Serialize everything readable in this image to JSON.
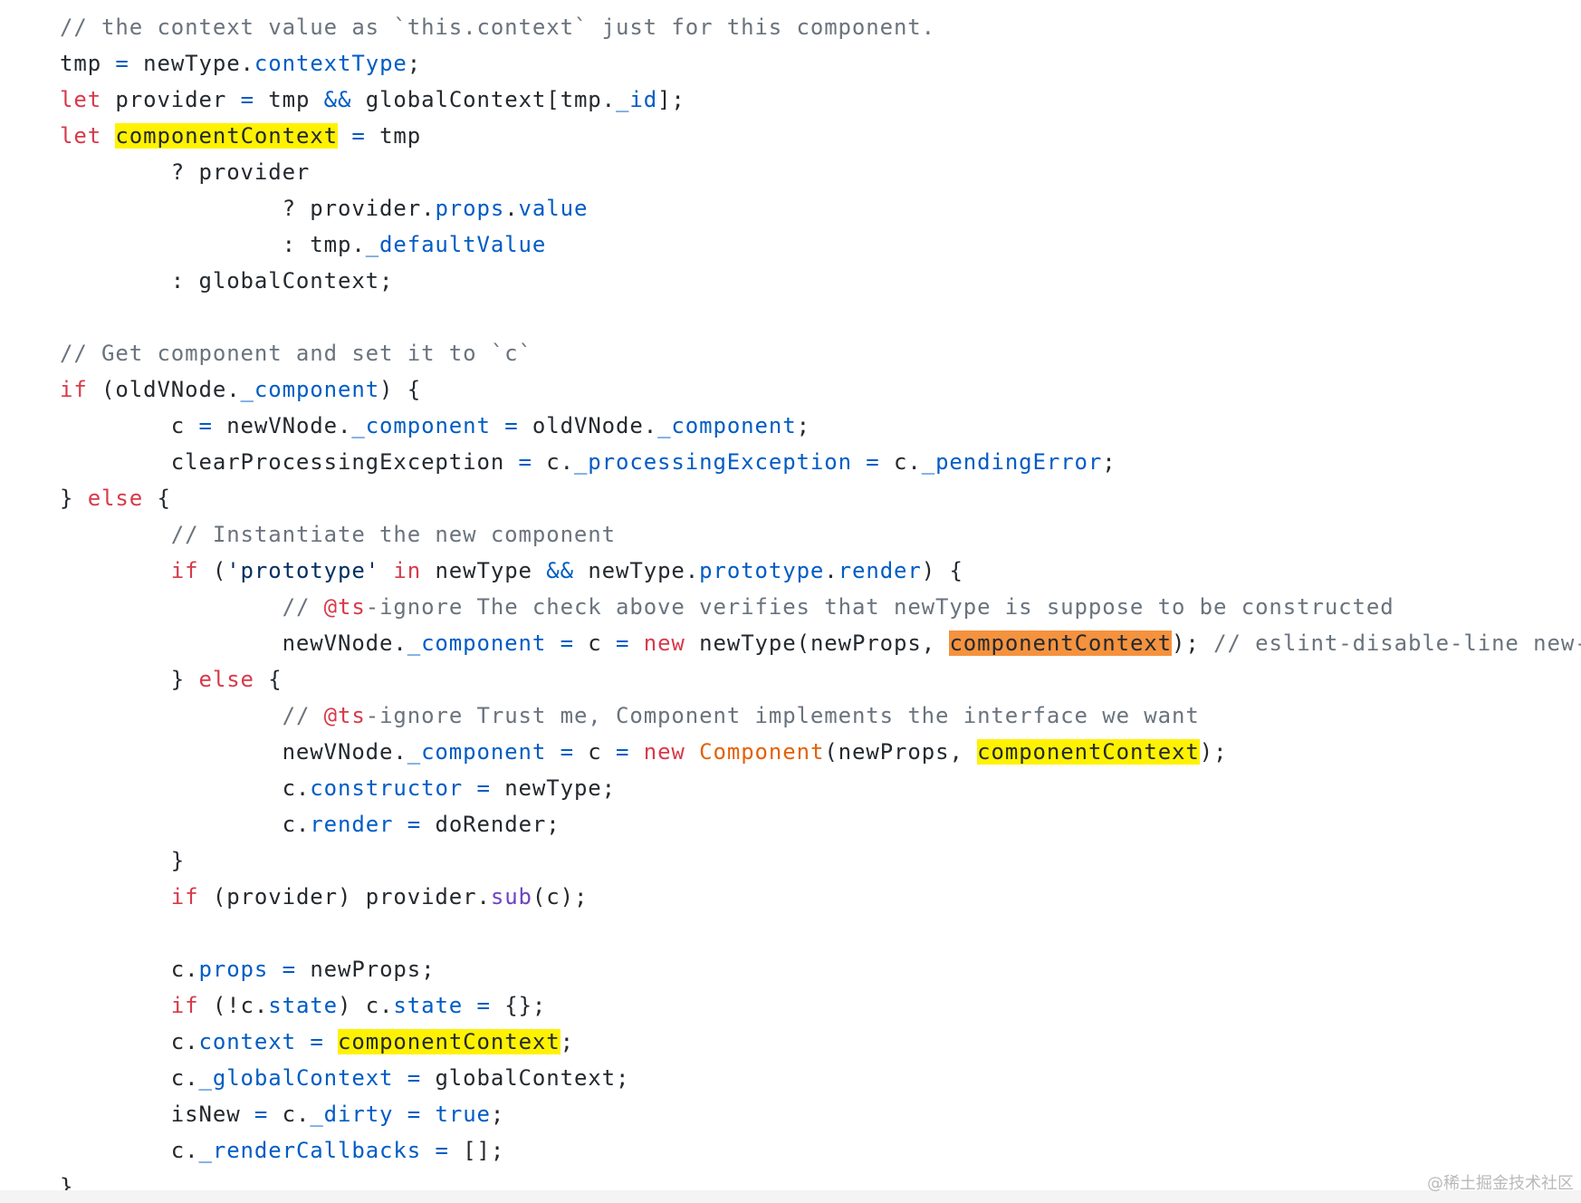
{
  "code": {
    "lines": [
      [
        {
          "t": "// the context value as `this.context` just for this component.",
          "c": "cm"
        }
      ],
      [
        {
          "t": "tmp "
        },
        {
          "t": "=",
          "c": "op"
        },
        {
          "t": " newType."
        },
        {
          "t": "contextType",
          "c": "prop"
        },
        {
          "t": ";"
        }
      ],
      [
        {
          "t": "let",
          "c": "kw"
        },
        {
          "t": " provider "
        },
        {
          "t": "=",
          "c": "op"
        },
        {
          "t": " tmp "
        },
        {
          "t": "&&",
          "c": "op"
        },
        {
          "t": " globalContext[tmp."
        },
        {
          "t": "_id",
          "c": "prop"
        },
        {
          "t": "];"
        }
      ],
      [
        {
          "t": "let",
          "c": "kw"
        },
        {
          "t": " "
        },
        {
          "t": "componentContext",
          "c": "hl-y"
        },
        {
          "t": " "
        },
        {
          "t": "=",
          "c": "op"
        },
        {
          "t": " tmp"
        }
      ],
      [
        {
          "t": "        ? provider"
        }
      ],
      [
        {
          "t": "                ? provider."
        },
        {
          "t": "props",
          "c": "prop"
        },
        {
          "t": "."
        },
        {
          "t": "value",
          "c": "prop"
        }
      ],
      [
        {
          "t": "                : tmp."
        },
        {
          "t": "_defaultValue",
          "c": "prop"
        }
      ],
      [
        {
          "t": "        : globalContext;"
        }
      ],
      [],
      [
        {
          "t": "// Get component and set it to `c`",
          "c": "cm"
        }
      ],
      [
        {
          "t": "if",
          "c": "kw"
        },
        {
          "t": " (oldVNode."
        },
        {
          "t": "_component",
          "c": "prop"
        },
        {
          "t": ") {"
        }
      ],
      [
        {
          "t": "        c "
        },
        {
          "t": "=",
          "c": "op"
        },
        {
          "t": " newVNode."
        },
        {
          "t": "_component",
          "c": "prop"
        },
        {
          "t": " "
        },
        {
          "t": "=",
          "c": "op"
        },
        {
          "t": " oldVNode."
        },
        {
          "t": "_component",
          "c": "prop"
        },
        {
          "t": ";"
        }
      ],
      [
        {
          "t": "        clearProcessingException "
        },
        {
          "t": "=",
          "c": "op"
        },
        {
          "t": " c."
        },
        {
          "t": "_processingException",
          "c": "prop"
        },
        {
          "t": " "
        },
        {
          "t": "=",
          "c": "op"
        },
        {
          "t": " c."
        },
        {
          "t": "_pendingError",
          "c": "prop"
        },
        {
          "t": ";"
        }
      ],
      [
        {
          "t": "} "
        },
        {
          "t": "else",
          "c": "kw"
        },
        {
          "t": " {"
        }
      ],
      [
        {
          "t": "        "
        },
        {
          "t": "// Instantiate the new component",
          "c": "cm"
        }
      ],
      [
        {
          "t": "        "
        },
        {
          "t": "if",
          "c": "kw"
        },
        {
          "t": " ("
        },
        {
          "t": "'prototype'",
          "c": "str"
        },
        {
          "t": " "
        },
        {
          "t": "in",
          "c": "kw"
        },
        {
          "t": " newType "
        },
        {
          "t": "&&",
          "c": "op"
        },
        {
          "t": " newType."
        },
        {
          "t": "prototype",
          "c": "prop"
        },
        {
          "t": "."
        },
        {
          "t": "render",
          "c": "prop"
        },
        {
          "t": ") {"
        }
      ],
      [
        {
          "t": "                "
        },
        {
          "t": "// ",
          "c": "cm"
        },
        {
          "t": "@ts",
          "c": "kw"
        },
        {
          "t": "-ignore The check above verifies that newType is suppose to be constructed",
          "c": "cm"
        }
      ],
      [
        {
          "t": "                newVNode."
        },
        {
          "t": "_component",
          "c": "prop"
        },
        {
          "t": " "
        },
        {
          "t": "=",
          "c": "op"
        },
        {
          "t": " c "
        },
        {
          "t": "=",
          "c": "op"
        },
        {
          "t": " "
        },
        {
          "t": "new",
          "c": "kw"
        },
        {
          "t": " newType(newProps, "
        },
        {
          "t": "componentContext",
          "c": "hl-o"
        },
        {
          "t": "); "
        },
        {
          "t": "// eslint-disable-line new-cap",
          "c": "cm"
        }
      ],
      [
        {
          "t": "        } "
        },
        {
          "t": "else",
          "c": "kw"
        },
        {
          "t": " {"
        }
      ],
      [
        {
          "t": "                "
        },
        {
          "t": "// ",
          "c": "cm"
        },
        {
          "t": "@ts",
          "c": "kw"
        },
        {
          "t": "-ignore Trust me, Component implements the interface we want",
          "c": "cm"
        }
      ],
      [
        {
          "t": "                newVNode."
        },
        {
          "t": "_component",
          "c": "prop"
        },
        {
          "t": " "
        },
        {
          "t": "=",
          "c": "op"
        },
        {
          "t": " c "
        },
        {
          "t": "=",
          "c": "op"
        },
        {
          "t": " "
        },
        {
          "t": "new",
          "c": "kw"
        },
        {
          "t": " "
        },
        {
          "t": "Component",
          "c": "cls"
        },
        {
          "t": "(newProps, "
        },
        {
          "t": "componentContext",
          "c": "hl-y"
        },
        {
          "t": ");"
        }
      ],
      [
        {
          "t": "                c."
        },
        {
          "t": "constructor",
          "c": "prop"
        },
        {
          "t": " "
        },
        {
          "t": "=",
          "c": "op"
        },
        {
          "t": " newType;"
        }
      ],
      [
        {
          "t": "                c."
        },
        {
          "t": "render",
          "c": "prop"
        },
        {
          "t": " "
        },
        {
          "t": "=",
          "c": "op"
        },
        {
          "t": " doRender;"
        }
      ],
      [
        {
          "t": "        }"
        }
      ],
      [
        {
          "t": "        "
        },
        {
          "t": "if",
          "c": "kw"
        },
        {
          "t": " (provider) provider."
        },
        {
          "t": "sub",
          "c": "fn"
        },
        {
          "t": "(c);"
        }
      ],
      [],
      [
        {
          "t": "        c."
        },
        {
          "t": "props",
          "c": "prop"
        },
        {
          "t": " "
        },
        {
          "t": "=",
          "c": "op"
        },
        {
          "t": " newProps;"
        }
      ],
      [
        {
          "t": "        "
        },
        {
          "t": "if",
          "c": "kw"
        },
        {
          "t": " (!c."
        },
        {
          "t": "state",
          "c": "prop"
        },
        {
          "t": ") c."
        },
        {
          "t": "state",
          "c": "prop"
        },
        {
          "t": " "
        },
        {
          "t": "=",
          "c": "op"
        },
        {
          "t": " {};"
        }
      ],
      [
        {
          "t": "        c."
        },
        {
          "t": "context",
          "c": "prop"
        },
        {
          "t": " "
        },
        {
          "t": "=",
          "c": "op"
        },
        {
          "t": " "
        },
        {
          "t": "componentContext",
          "c": "hl-y"
        },
        {
          "t": ";"
        }
      ],
      [
        {
          "t": "        c."
        },
        {
          "t": "_globalContext",
          "c": "prop"
        },
        {
          "t": " "
        },
        {
          "t": "=",
          "c": "op"
        },
        {
          "t": " globalContext;"
        }
      ],
      [
        {
          "t": "        isNew "
        },
        {
          "t": "=",
          "c": "op"
        },
        {
          "t": " c."
        },
        {
          "t": "_dirty",
          "c": "prop"
        },
        {
          "t": " "
        },
        {
          "t": "=",
          "c": "op"
        },
        {
          "t": " "
        },
        {
          "t": "true",
          "c": "prop"
        },
        {
          "t": ";"
        }
      ],
      [
        {
          "t": "        c."
        },
        {
          "t": "_renderCallbacks",
          "c": "prop"
        },
        {
          "t": " "
        },
        {
          "t": "=",
          "c": "op"
        },
        {
          "t": " [];"
        }
      ],
      [
        {
          "t": "}"
        }
      ]
    ]
  },
  "watermark": "@稀土掘金技术社区"
}
